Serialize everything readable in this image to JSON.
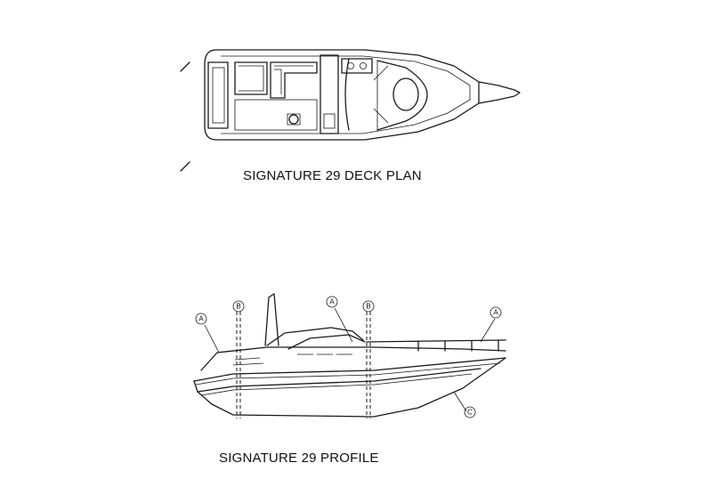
{
  "deck_plan": {
    "caption": "SIGNATURE 29 DECK PLAN"
  },
  "profile": {
    "caption": "SIGNATURE 29 PROFILE",
    "callouts": [
      {
        "id": "a1",
        "letter": "A"
      },
      {
        "id": "b1",
        "letter": "B"
      },
      {
        "id": "a2",
        "letter": "A"
      },
      {
        "id": "b2",
        "letter": "B"
      },
      {
        "id": "a3",
        "letter": "A"
      },
      {
        "id": "c1",
        "letter": "C"
      }
    ]
  }
}
